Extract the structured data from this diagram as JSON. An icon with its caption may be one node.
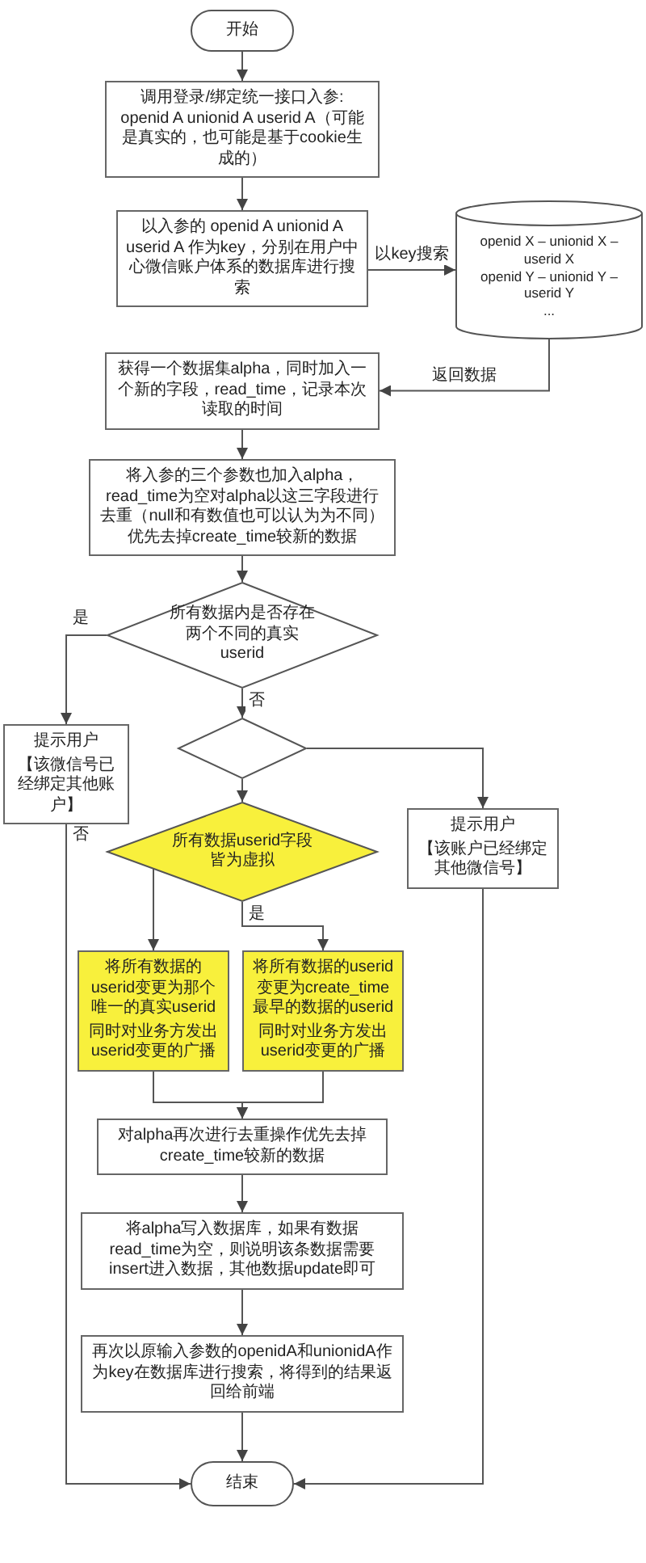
{
  "diagram": {
    "nodes": [
      {
        "text": [
          "开始"
        ]
      },
      {
        "text": [
          "调用登录/绑定统一接口入参: openid A unionid A userid A（可能是真实的，也可能是基于cookie生成的）"
        ]
      },
      {
        "text": [
          "以入参的 openid A unionid A userid A 作为key，分别在用户中心微信账户体系的数据库进行搜索"
        ]
      },
      {
        "text": [
          "openid X – unionid X – userid X",
          "openid Y – unionid Y – userid Y",
          "..."
        ]
      },
      {
        "text": [
          "获得一个数据集alpha，同时加入一个新的字段，read_time，记录本次读取的时间"
        ]
      },
      {
        "text": [
          "将入参的三个参数也加入alpha，read_time为空对alpha以这三字段进行去重（null和有数值也可以认为为不同）优先去掉create_time较新的数据"
        ]
      },
      {
        "text": [
          "所有数据内是否存在两个不同的真实userid"
        ]
      },
      {
        "text": [
          "提示用户",
          "【该微信号已经绑定其他账户】"
        ]
      },
      {
        "text": [],
        "shape": "diamond"
      },
      {
        "text": [
          "提示用户",
          "【该账户已经绑定其他微信号】"
        ]
      },
      {
        "text": [
          "所有数据userid字段皆为虚拟"
        ]
      },
      {
        "text": [
          "将所有数据的userid变更为那个唯一的真实userid",
          "同时对业务方发出userid变更的广播"
        ]
      },
      {
        "text": [
          "将所有数据的userid变更为create_time最早的数据的userid",
          "同时对业务方发出userid变更的广播"
        ]
      },
      {
        "text": [
          "对alpha再次进行去重操作优先去掉create_time较新的数据"
        ]
      },
      {
        "text": [
          "将alpha写入数据库，如果有数据read_time为空，则说明该条数据需要insert进入数据，其他数据update即可"
        ]
      },
      {
        "text": [
          "再次以原输入参数的openidA和unionidA作为key在数据库进行搜索，将得到的结果返回给前端"
        ]
      },
      {
        "text": [
          "结束"
        ]
      }
    ],
    "edges": [
      {
        "from": 0,
        "to": 1,
        "arrow": "to"
      },
      {
        "from": 1,
        "to": 2,
        "arrow": "to"
      },
      {
        "from": 2,
        "to": 3,
        "arrow": "to",
        "label": "以key搜索"
      },
      {
        "from": 3,
        "to": 4,
        "arrow": "to",
        "label": "返回数据"
      },
      {
        "from": 4,
        "to": 5,
        "arrow": "to"
      },
      {
        "from": 5,
        "to": 6,
        "arrow": "to"
      },
      {
        "from": 6,
        "to": 7,
        "arrow": "to",
        "label": "是"
      },
      {
        "from": 6,
        "to": 8,
        "arrow": "to",
        "label": "否"
      },
      {
        "from": 8,
        "to": 9,
        "arrow": "to"
      },
      {
        "from": 8,
        "to": 10,
        "arrow": "to"
      },
      {
        "from": 10,
        "to": 11,
        "arrow": "to",
        "label": "否"
      },
      {
        "from": 10,
        "to": 12,
        "arrow": "to",
        "label": "是"
      },
      {
        "from": 11,
        "to": 13,
        "arrow": "to"
      },
      {
        "from": 12,
        "to": 13,
        "arrow": "to"
      },
      {
        "from": 13,
        "to": 14,
        "arrow": "to"
      },
      {
        "from": 14,
        "to": 15,
        "arrow": "to"
      },
      {
        "from": 15,
        "to": 16,
        "arrow": "to"
      },
      {
        "from": 7,
        "to": 16,
        "arrow": "to"
      },
      {
        "from": 9,
        "to": 16,
        "arrow": "to"
      }
    ]
  }
}
